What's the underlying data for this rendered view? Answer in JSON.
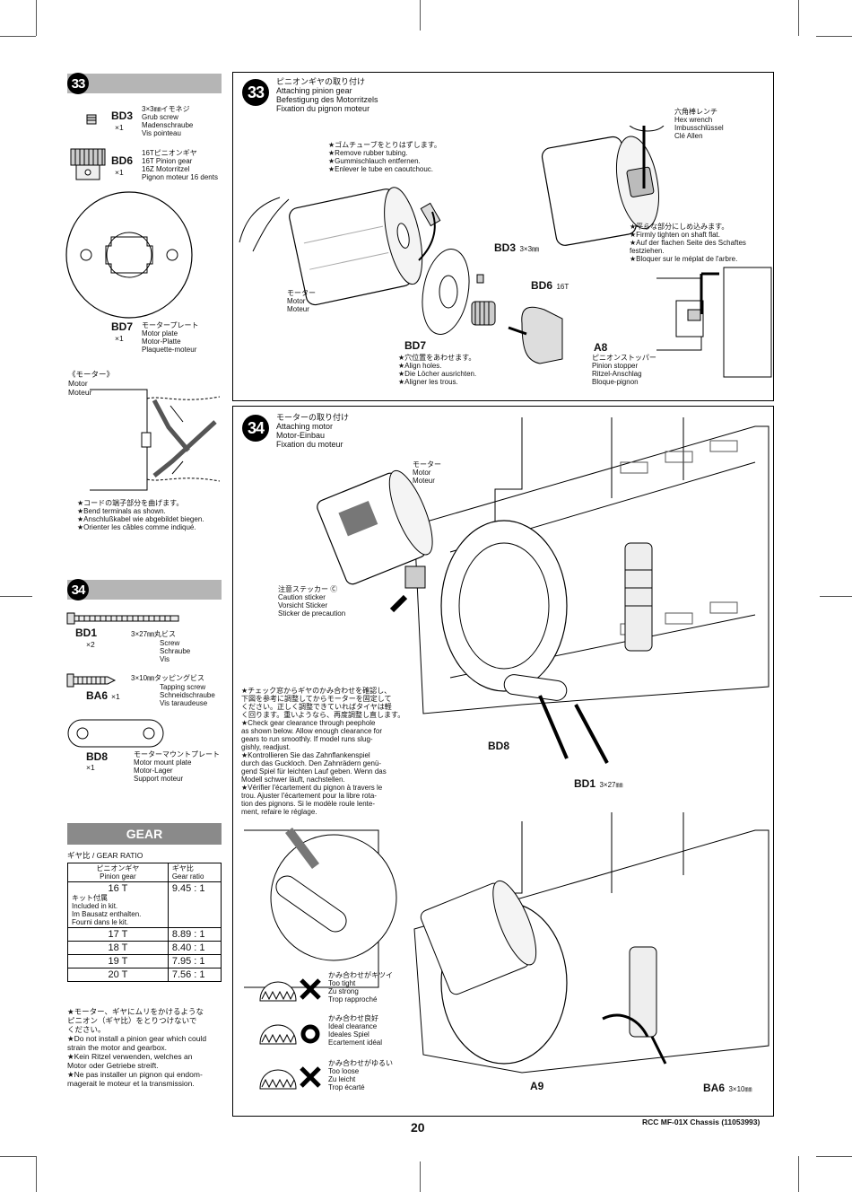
{
  "parts33": {
    "step": "33",
    "bd3": {
      "code": "BD3",
      "qty": "×1",
      "desc": "3×3㎜イモネジ\nGrub screw\nMadenschraube\nVis pointeau"
    },
    "bd6": {
      "code": "BD6",
      "qty": "×1",
      "desc": "16Tピニオンギヤ\n16T Pinion gear\n16Z Motorritzel\nPignon moteur 16 dents"
    },
    "bd7": {
      "code": "BD7",
      "qty": "×1",
      "desc": "モータープレート\nMotor plate\nMotor-Platte\nPlaquette-moteur"
    }
  },
  "motor_note": {
    "title": "《モーター》\nMotor\nMoteur",
    "text": "★コードの端子部分を曲げます。\n★Bend terminals as shown.\n★Anschlußkabel wie abgebildet biegen.\n★Orienter les câbles comme indiqué."
  },
  "parts34": {
    "step": "34",
    "bd1": {
      "code": "BD1",
      "qty": "×2",
      "size": "3×27㎜丸ビス",
      "desc": "Screw\nSchraube\nVis"
    },
    "ba6": {
      "code": "BA6",
      "qty": "×1",
      "size": "3×10㎜タッピングビス",
      "desc": "Tapping screw\nSchneidschraube\nVis taraudeuse"
    },
    "bd8": {
      "code": "BD8",
      "qty": "×1",
      "desc": "モーターマウントプレート\nMotor mount plate\nMotor-Lager\nSupport moteur"
    }
  },
  "gear": {
    "header": "GEAR",
    "ratio_label": "ギヤ比 / GEAR RATIO",
    "col1": "ピニオンギヤ\nPinion gear",
    "col2": "ギヤ比\nGear ratio",
    "rows": [
      {
        "pinion": "16 T",
        "note": "キット付属\nIncluded in kit.\nIm Bausatz enthalten.\nFourni dans le kit.",
        "ratio": "9.45 : 1"
      },
      {
        "pinion": "17 T",
        "note": "",
        "ratio": "8.89 : 1"
      },
      {
        "pinion": "18 T",
        "note": "",
        "ratio": "8.40 : 1"
      },
      {
        "pinion": "19 T",
        "note": "",
        "ratio": "7.95 : 1"
      },
      {
        "pinion": "20 T",
        "note": "",
        "ratio": "7.56 : 1"
      }
    ],
    "warning": "★モーター、ギヤにムリをかけるような\nピニオン（ギヤ比）をとりつけないで\nください。\n★Do not install a pinion gear which could\nstrain the motor and gearbox.\n★Kein Ritzel verwenden, welches an\nMotor oder Getriebe streift.\n★Ne pas installer un pignon qui endom-\nmagerait le moteur et la transmission."
  },
  "step33": {
    "num": "33",
    "title": "ピニオンギヤの取り付け\nAttaching pinion gear\nBefestigung des Motorritzels\nFixation du pignon moteur",
    "rubber": "★ゴムチューブをとりはずします。\n★Remove rubber tubing.\n★Gummischlauch entfernen.\n★Enlever le tube en caoutchouc.",
    "hexwrench": "六角棒レンチ\nHex wrench\nImbusschlüssel\nClé Allen",
    "tighten": "★平らな部分にしめ込みます。\n★Firmly tighten on shaft flat.\n★Auf der flachen Seite des Schaftes\nfestziehen.\n★Bloquer sur le méplat de l'arbre.",
    "motor": "モーター\nMotor\nMoteur",
    "bd3": "BD3",
    "bd3size": "3×3㎜",
    "bd6": "BD6",
    "bd6size": "16T",
    "bd7": "BD7",
    "align": "★穴位置をあわせます。\n★Align holes.\n★Die Löcher ausrichten.\n★Aligner les trous.",
    "a8": "A8",
    "stopper": "ピニオンストッパー\nPinion stopper\nRitzel-Anschlag\nBloque-pignon"
  },
  "step34": {
    "num": "34",
    "title": "モーターの取り付け\nAttaching motor\nMotor-Einbau\nFixation du moteur",
    "motor": "モーター\nMotor\nMoteur",
    "sticker": "注意ステッカー Ⓒ\nCaution sticker\nVorsicht Sticker\nSticker de precaution",
    "check": "★チェック窓からギヤのかみ合わせを確認し、\n下図を参考に調整してからモーターを固定して\nください。正しく調整できていればタイヤは軽\nく回ります。重いようなら、再度調整し直します。\n★Check gear clearance through peephole\nas shown below. Allow enough clearance for\ngears to run smoothly. If model runs slug-\ngishly, readjust.\n★Kontrollieren Sie das Zahnflankenspiel\ndurch das Guckloch. Den Zahnrädern genü-\ngend Spiel für leichten Lauf geben. Wenn das\nModell schwer läuft, nachstellen.\n★Vérifier l'écartement du pignon à travers le\ntrou. Ajuster l'écartement pour la libre rota-\ntion des pignons. Si le modèle roule lente-\nment, refaire le réglage.",
    "bd8": "BD8",
    "bd1": "BD1",
    "bd1size": "3×27㎜",
    "tight": "かみ合わせがキツイ\nToo tight\nZu strong\nTrop rapproché",
    "ideal": "かみ合わせ良好\nIdeal clearance\nIdeales Spiel\nEcartement idéal",
    "loose": "かみ合わせがゆるい\nToo loose\nZu leicht\nTrop écarté",
    "a9": "A9",
    "ba6": "BA6",
    "ba6size": "3×10㎜"
  },
  "footer": {
    "page": "20",
    "model": "RCC MF-01X Chassis (11053993)"
  }
}
